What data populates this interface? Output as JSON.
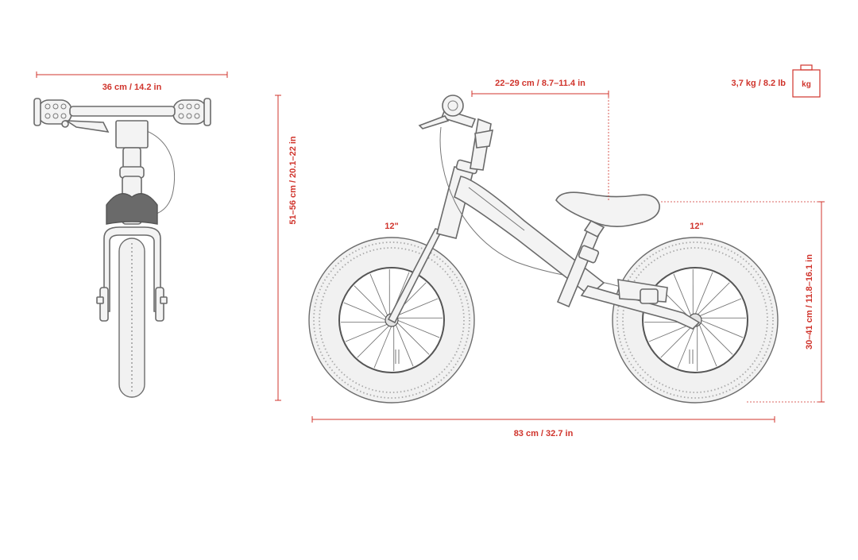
{
  "dimensions": {
    "handlebar_width": "36 cm / 14.2 in",
    "handlebar_height": "51–56 cm / 20.1–22 in",
    "stem_reach": "22–29 cm / 8.7–11.4 in",
    "seat_height": "30–41 cm / 11.8–16.1 in",
    "overall_length": "83 cm / 32.7 in",
    "weight": "3,7 kg / 8.2 lb",
    "weight_unit_icon": "kg",
    "front_wheel": "12\"",
    "rear_wheel": "12\""
  },
  "colors": {
    "dimension": "#d0342c",
    "drawing": "#6a6a6a"
  },
  "icons": {
    "weight": "weight-kg-icon"
  }
}
